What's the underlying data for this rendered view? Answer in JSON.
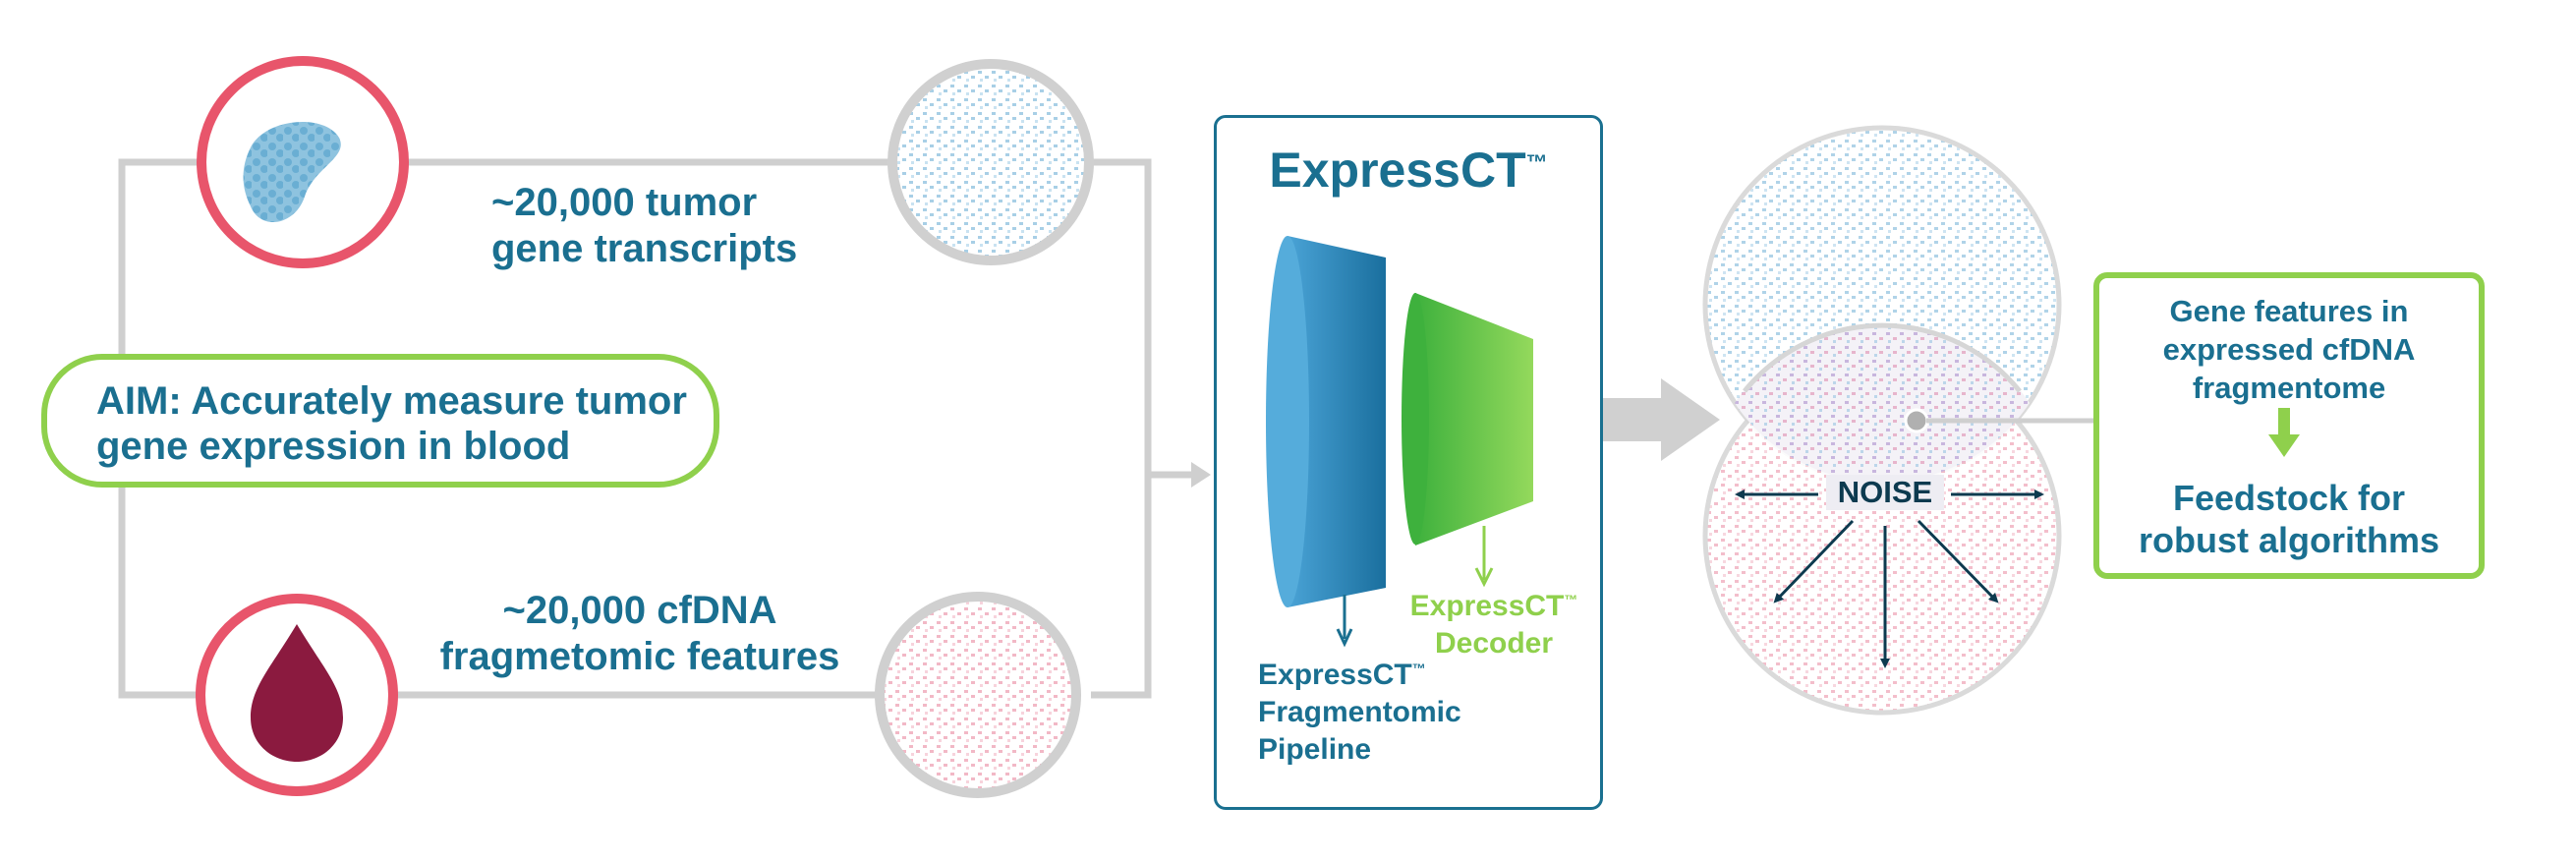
{
  "aim": {
    "text_line1": "AIM: Accurately measure tumor",
    "text_line2": "gene expression in blood"
  },
  "tumor": {
    "label_line1": "~20,000 tumor",
    "label_line2": "gene transcripts"
  },
  "cfdna": {
    "label_line1": "~20,000 cfDNA",
    "label_line2": "fragmetomic features"
  },
  "panel": {
    "title": "ExpressCT",
    "title_tm": "™",
    "decoder_line1": "ExpressCT",
    "decoder_tm": "™",
    "decoder_line2": "Decoder",
    "pipeline_line1": "ExpressCT",
    "pipeline_tm": "™",
    "pipeline_line2": "Fragmentomic",
    "pipeline_line3": "Pipeline"
  },
  "venn": {
    "noise_label": "NOISE"
  },
  "output": {
    "features_line1": "Gene features in",
    "features_line2": "expressed cfDNA",
    "features_line3": "fragmentome",
    "feedstock_line1": "Feedstock for",
    "feedstock_line2": "robust algorithms"
  },
  "colors": {
    "teal_text": "#1a6f90",
    "green": "#8fd04c",
    "pink_ring": "#e8556b",
    "gray_line": "#cfcfcf",
    "blood_drop": "#8b1a3f",
    "blue_dots": "#a8cfe6",
    "pink_dots": "#f2b8c6"
  }
}
